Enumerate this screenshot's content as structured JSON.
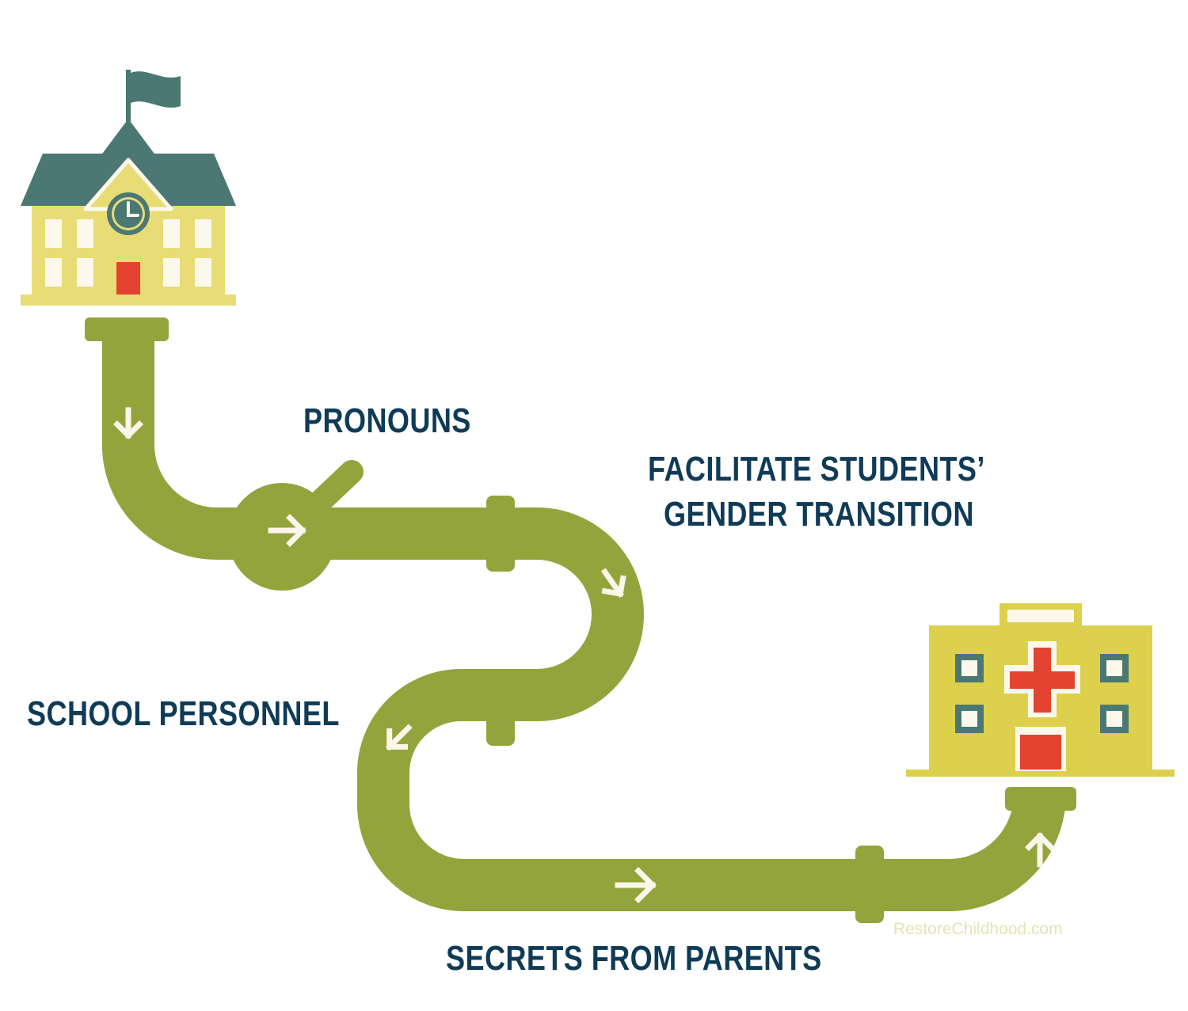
{
  "labels": {
    "pronouns": "PRONOUNS",
    "facilitate_line1": "FACILITATE STUDENTS’",
    "facilitate_line2": "GENDER TRANSITION",
    "school_personnel": "SCHOOL PERSONNEL",
    "secrets": "SECRETS FROM PARENTS"
  },
  "watermark": "RestoreChildhood.com",
  "icons": {
    "start": "school-building-icon",
    "end": "hospital-building-icon",
    "flow": "arrow-icon"
  },
  "colors": {
    "pipe": "#94a43c",
    "pipe_arrow": "#fbf6e9",
    "text": "#0f3b57",
    "roof": "#4b7873",
    "building": "#e8dc76",
    "hospital": "#dcd04c",
    "window": "#fdf8ec",
    "door": "#e34330",
    "watermark": "#e7e3b4"
  }
}
